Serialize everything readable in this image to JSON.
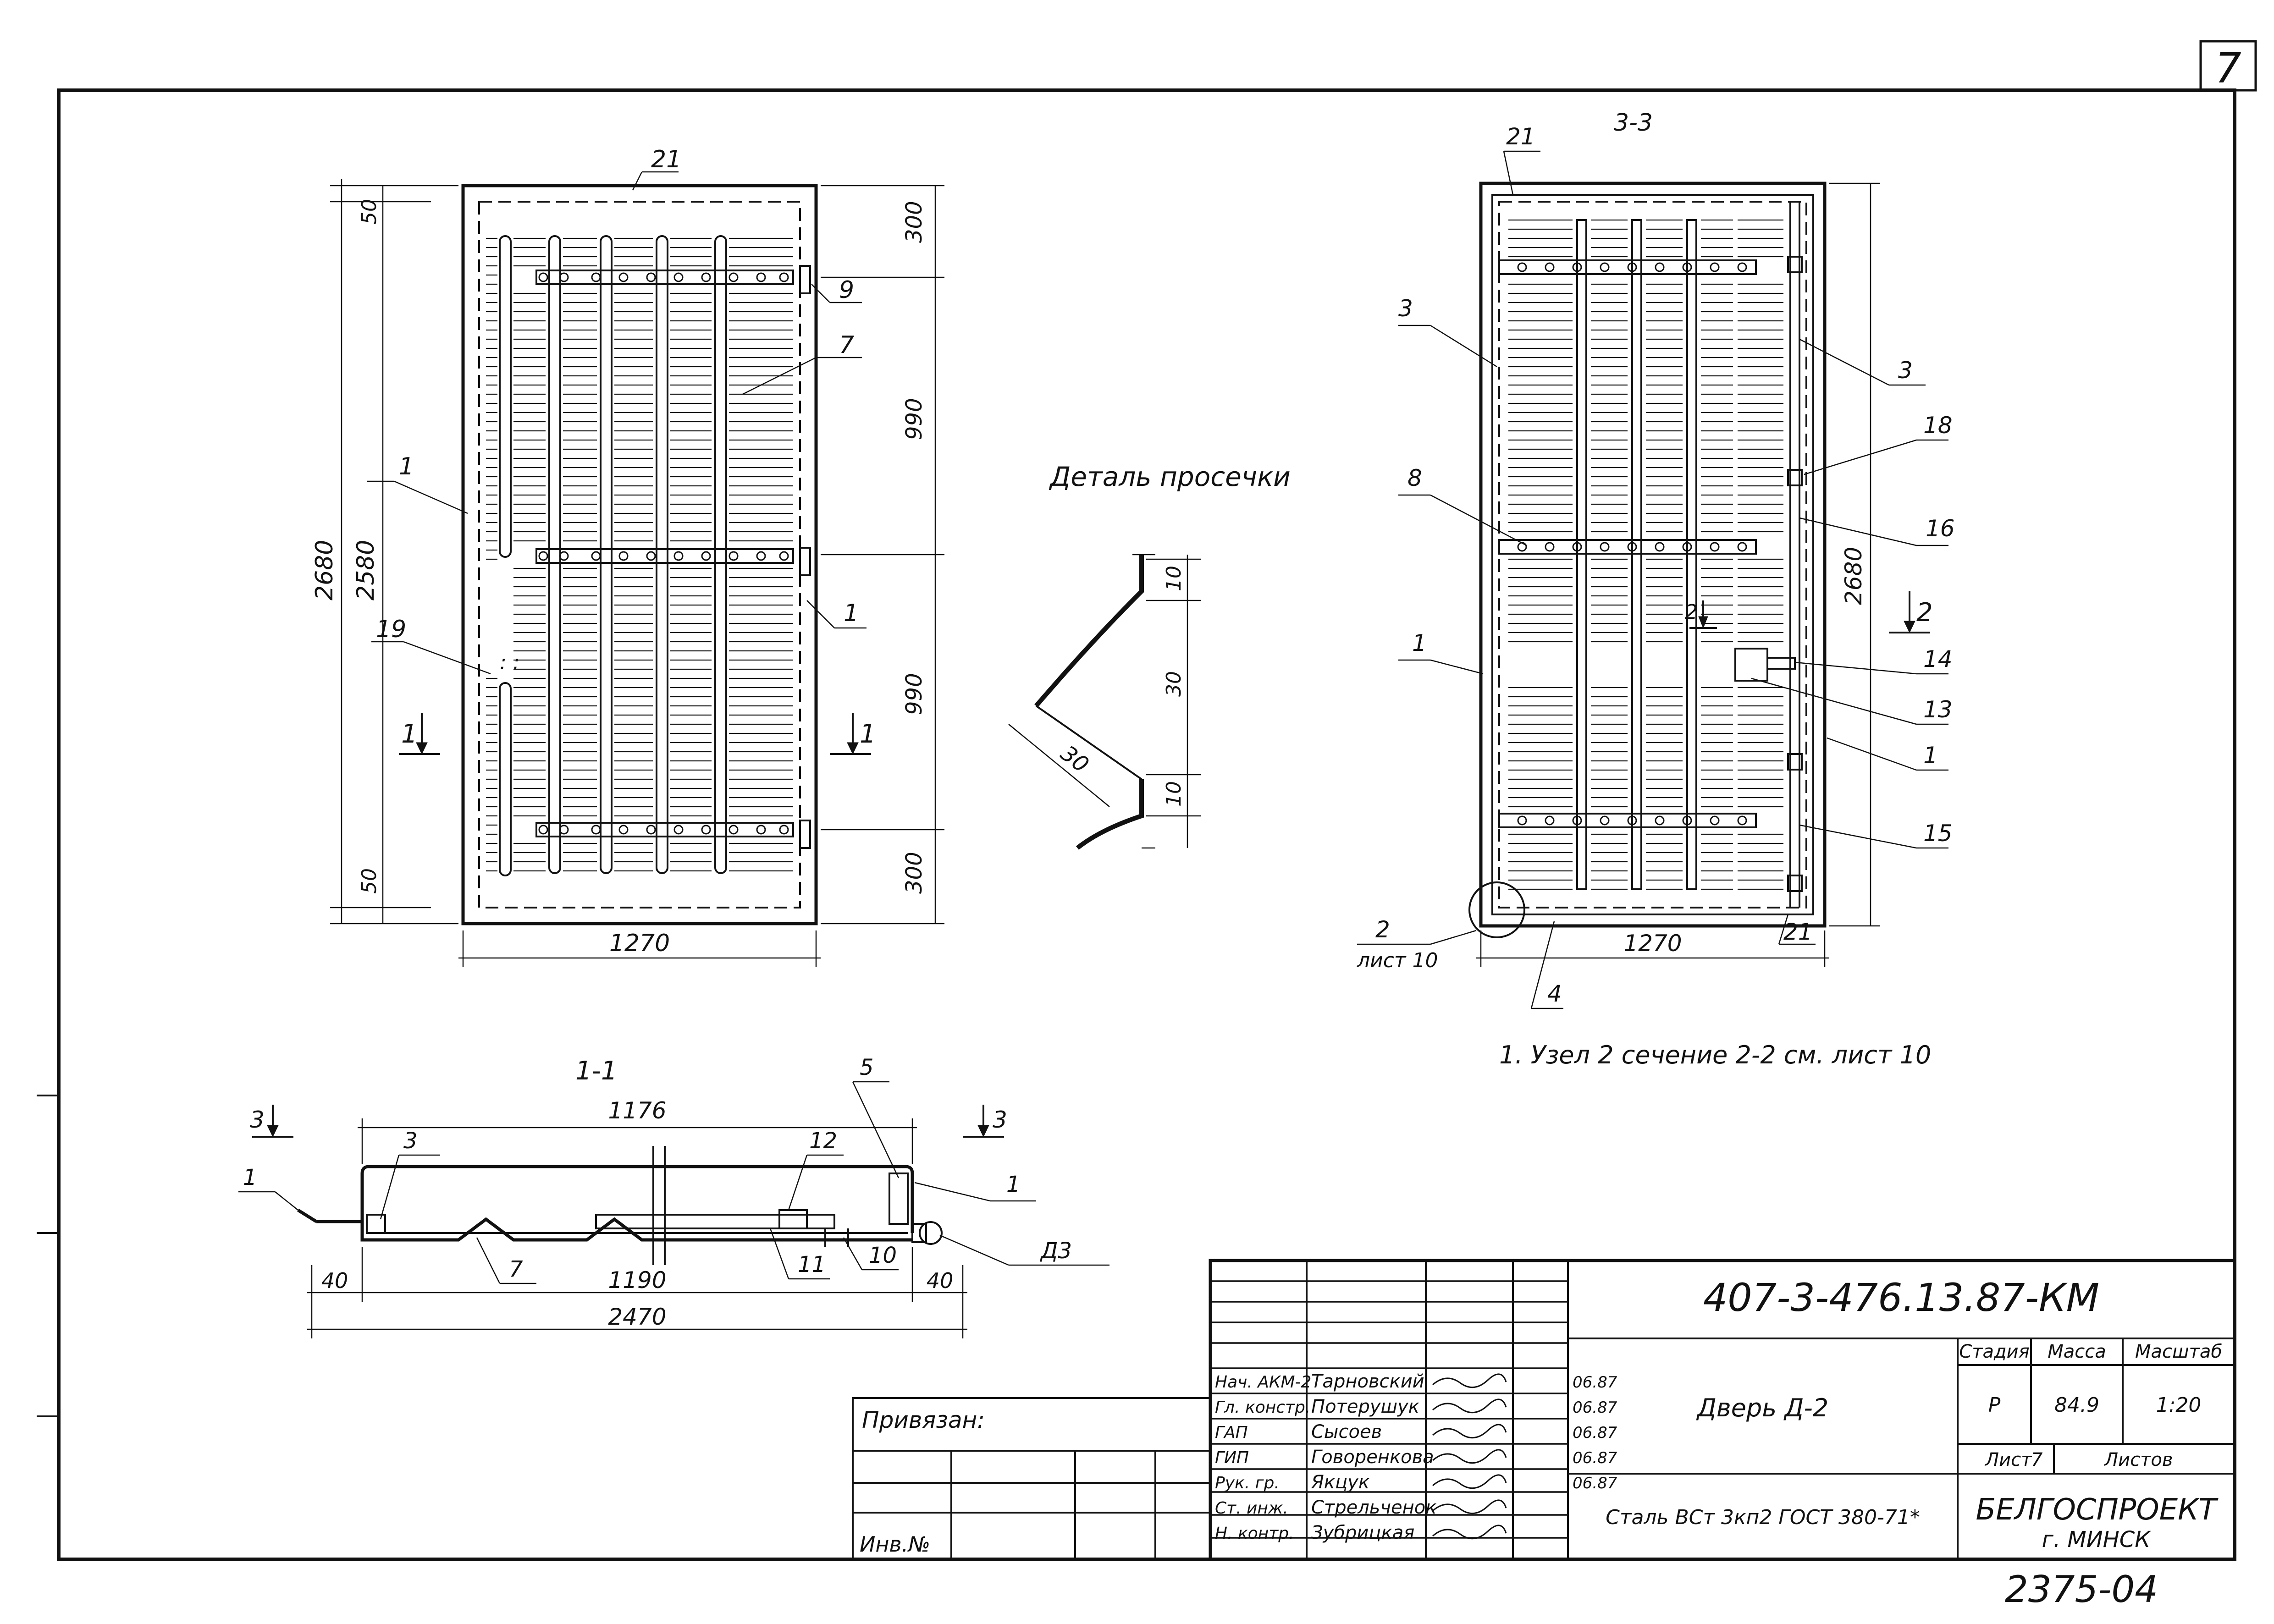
{
  "sheet": {
    "sheet_no_box": "7",
    "archive_no": "2375-04"
  },
  "view_front": {
    "pos_labels": [
      "21",
      "9",
      "7",
      "1",
      "19",
      "1"
    ],
    "dims_right": [
      "300",
      "990",
      "990",
      "300"
    ],
    "dims_left": [
      "50",
      "50"
    ],
    "height_outer": "2680",
    "height_inner": "2580",
    "width": "1270",
    "section_mark": "1"
  },
  "detail": {
    "title": "Деталь просечки",
    "dims": [
      "10",
      "30",
      "10"
    ],
    "diag_dim": "30"
  },
  "view_back": {
    "title": "3-3",
    "pos_labels": [
      "21",
      "3",
      "3",
      "18",
      "8",
      "16",
      "1",
      "14",
      "13",
      "1",
      "15",
      "21",
      "4"
    ],
    "node_label": "2",
    "node_sheet": "лист 10",
    "width": "1270",
    "height": "2680",
    "section_mark": "2",
    "note": "1. Узел 2 сечение 2-2 см. лист 10"
  },
  "section_1_1": {
    "title": "1-1",
    "section_mark": "3",
    "dims": {
      "top": "1176",
      "left_offset": "40",
      "inner": "1190",
      "right_offset": "40",
      "total": "2470"
    },
    "pos_labels": [
      "3",
      "5",
      "1",
      "12",
      "1",
      "7",
      "11",
      "10",
      "Д3"
    ]
  },
  "title_block": {
    "code": "407-3-476.13.87-КМ",
    "privyazan": "Привязан:",
    "inv": "Инв.№",
    "rows": [
      {
        "role": "Нач. АКМ-2",
        "name": "Тарновский",
        "date": "06.87"
      },
      {
        "role": "Гл. констр.",
        "name": "Потерушук",
        "date": "06.87"
      },
      {
        "role": "ГАП",
        "name": "Сысоев",
        "date": "06.87"
      },
      {
        "role": "ГИП",
        "name": "Говоренкова",
        "date": "06.87"
      },
      {
        "role": "Рук. гр.",
        "name": "Якцук",
        "date": "06.87"
      },
      {
        "role": "Ст. инж.",
        "name": "Стрельченок",
        "date": ""
      },
      {
        "role": "Н. контр.",
        "name": "Зубрицкая",
        "date": ""
      }
    ],
    "item": "Дверь Д-2",
    "material": "Сталь ВСт 3кп2 ГОСТ 380-71*",
    "stage_header": "Стадия",
    "mass_header": "Масса",
    "scale_header": "Масштаб",
    "stage": "Р",
    "mass": "84.9",
    "scale": "1:20",
    "sheet_label": "Лист",
    "sheet_value": "7",
    "sheets_label": "Листов",
    "org": "БЕЛГОСПРОЕКТ",
    "city": "г. МИНСК"
  }
}
